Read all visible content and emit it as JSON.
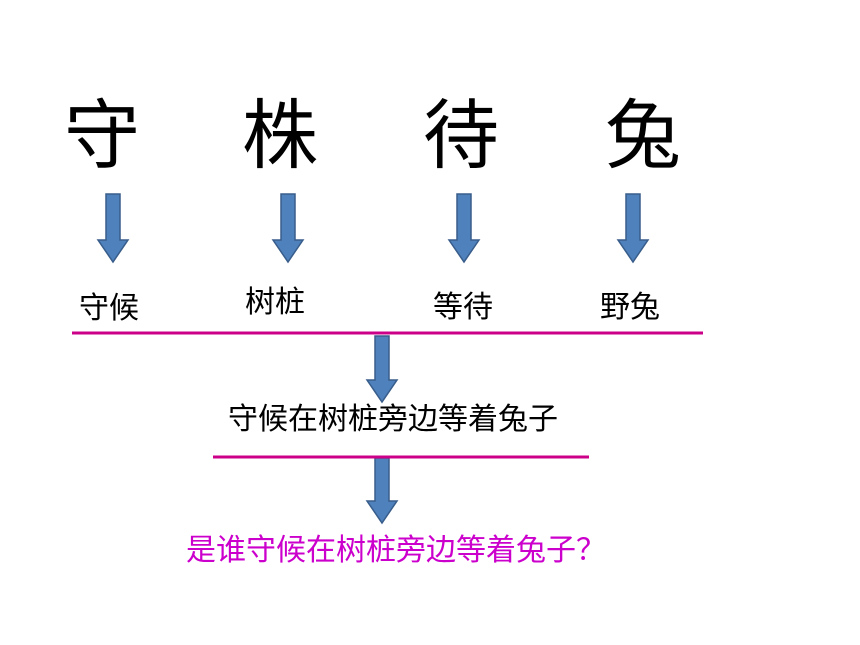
{
  "characters": [
    "守",
    "株",
    "待",
    "兔"
  ],
  "meanings": [
    "守候",
    "树桩",
    "等待",
    "野兔"
  ],
  "sentence": "守候在树桩旁边等着兔子",
  "question": "是谁守候在树桩旁边等着兔子？",
  "colors": {
    "arrow_fill": "#4f81bd",
    "arrow_stroke": "#385d8a",
    "line": "#cc0088",
    "question_text": "#cc00cc"
  }
}
